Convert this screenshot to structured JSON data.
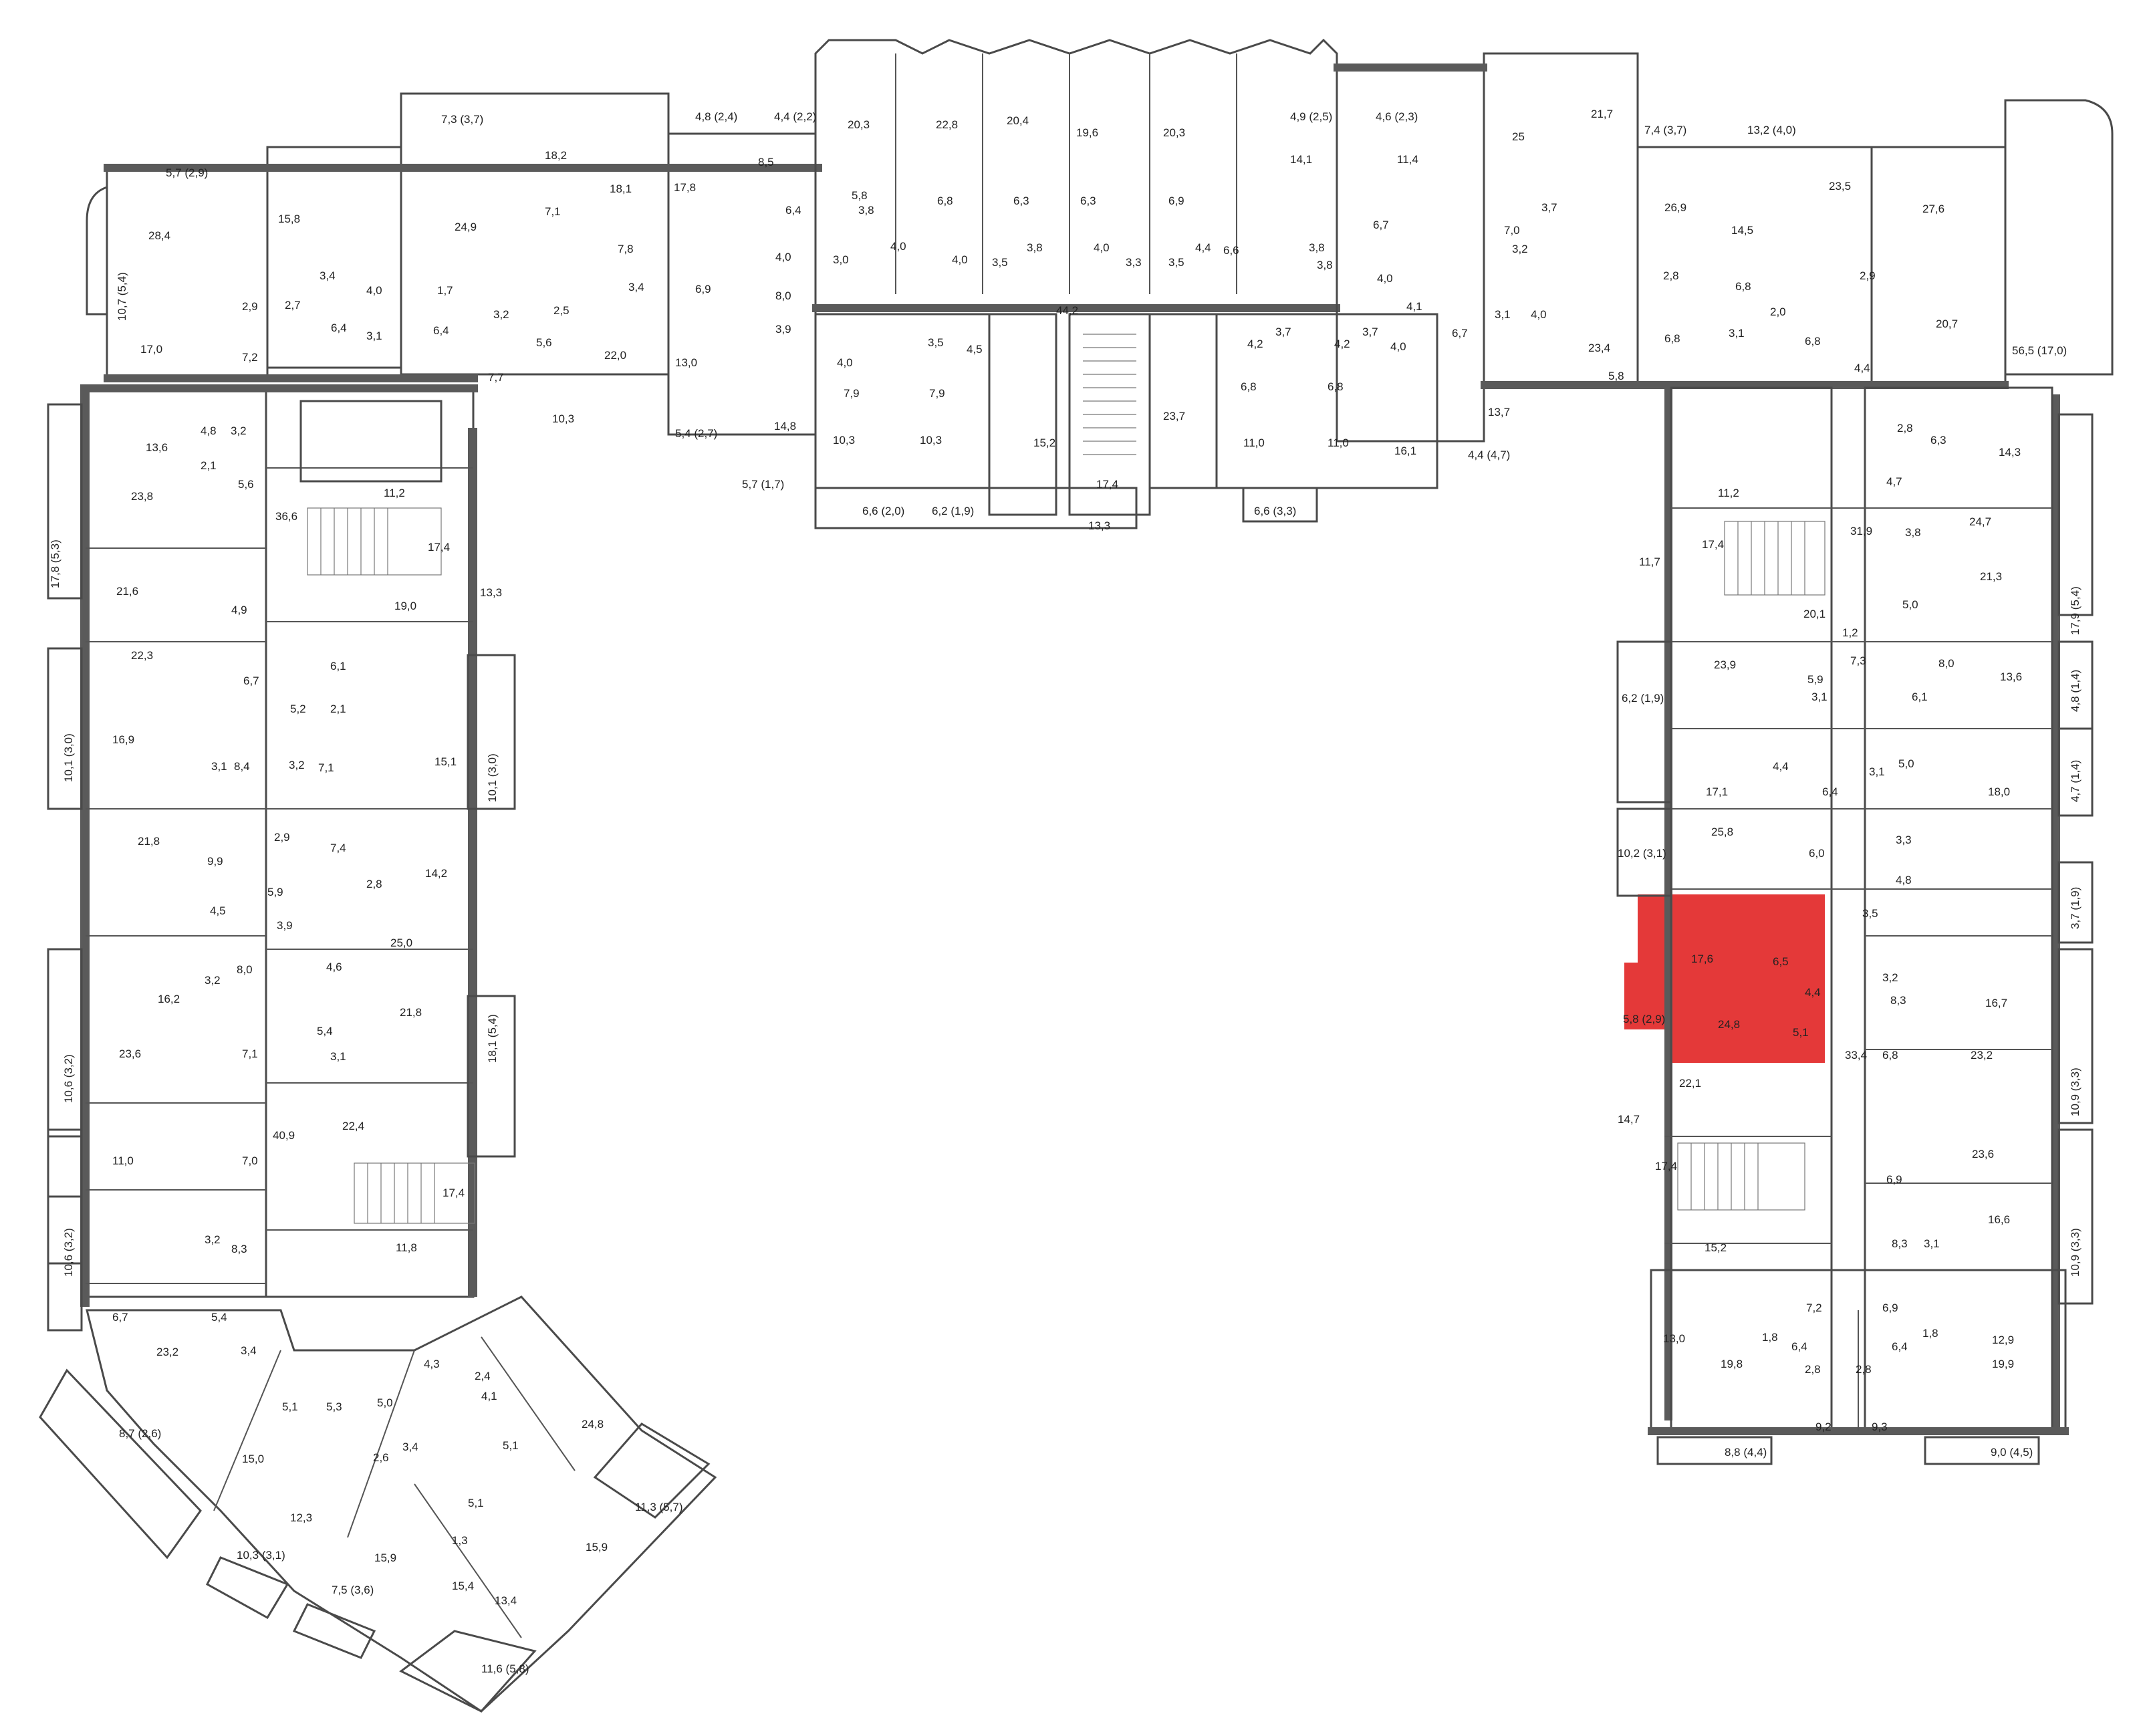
{
  "plan": {
    "highlight_color": "#e01e1e",
    "wall_color": "#5a5a5a",
    "highlighted_unit": {
      "rooms": [
        "17,6",
        "6,5",
        "4,4",
        "24,8",
        "5,1",
        "5,8 (2,9)"
      ]
    },
    "labels": {
      "l_5_7_2_9": "5,7 (2,9)",
      "l_28_4": "28,4",
      "l_15_8": "15,8",
      "l_10_7_5_4": "10,7 (5,4)",
      "l_2_9_a": "2,9",
      "l_2_7_a": "2,7",
      "l_6_4_a": "6,4",
      "l_4_0_a": "4,0",
      "l_3_1_a": "3,1",
      "l_3_4_a": "3,4",
      "l_7_3_3_7": "7,3 (3,7)",
      "l_18_2": "18,2",
      "l_18_1": "18,1",
      "l_7_1_a": "7,1",
      "l_7_8": "7,8",
      "l_24_9": "24,9",
      "l_1_7": "1,7",
      "l_6_4_b": "6,4",
      "l_3_2_a": "3,2",
      "l_2_5": "2,5",
      "l_5_6_a": "5,6",
      "l_7_7": "7,7",
      "l_10_3_a": "10,3",
      "l_22_0": "22,0",
      "l_4_8_2_4": "4,8 (2,4)",
      "l_17_8": "17,8",
      "l_3_4_b": "3,4",
      "l_6_9_a": "6,9",
      "l_13_0_a": "13,0",
      "l_5_4_2_7": "5,4 (2,7)",
      "l_4_4_2_2": "4,4 (2,2)",
      "l_8_5": "8,5",
      "l_6_4_c": "6,4",
      "l_4_0_b": "4,0",
      "l_8_0_a": "8,0",
      "l_3_9_a": "3,9",
      "l_14_8": "14,8",
      "l_5_7_1_7": "5,7 (1,7)",
      "l_17_0_a": "17,0",
      "l_7_2_a": "7,2",
      "l_13_6": "13,6",
      "l_4_8_a": "4,8",
      "l_3_2_b": "3,2",
      "l_2_1_a": "2,1",
      "l_5_6_b": "5,6",
      "l_23_8": "23,8",
      "l_36_6": "36,6",
      "l_17_8_5_3": "17,8 (5,3)",
      "l_21_6": "21,6",
      "l_4_9": "4,9",
      "l_22_3": "22,3",
      "l_6_7_a": "6,7",
      "l_16_9": "16,9",
      "l_8_4": "8,4",
      "l_3_1_b": "3,1",
      "l_10_1_3_0_a": "10,1 (3,0)",
      "l_11_2_a": "11,2",
      "l_17_4_a": "17,4",
      "l_19_0": "19,0",
      "l_13_3": "13,3",
      "l_6_1_a": "6,1",
      "l_5_2": "5,2",
      "l_2_1_b": "2,1",
      "l_3_2_c": "3,2",
      "l_7_1_b": "7,1",
      "l_15_1": "15,1",
      "l_10_1_3_0_b": "10,1 (3,0)",
      "l_21_8_a": "21,8",
      "l_9_9": "9,9",
      "l_2_9_b": "2,9",
      "l_4_5_a": "4,5",
      "l_5_9_a": "5,9",
      "l_7_4": "7,4",
      "l_2_8_a": "2,8",
      "l_14_2": "14,2",
      "l_3_9_b": "3,9",
      "l_25_0": "25,0",
      "l_16_2": "16,2",
      "l_3_2_d": "3,2",
      "l_8_0_b": "8,0",
      "l_4_6": "4,6",
      "l_21_8_b": "21,8",
      "l_23_6_a": "23,6",
      "l_7_1_c": "7,1",
      "l_5_4_a": "5,4",
      "l_3_1_c": "3,1",
      "l_18_1_5_4": "18,1 (5,4)",
      "l_10_6_3_2_a": "10,6 (3,2)",
      "l_11_0": "11,0",
      "l_7_0": "7,0",
      "l_40_9": "40,9",
      "l_22_4": "22,4",
      "l_17_4_b": "17,4",
      "l_10_6_3_2_b": "10,6 (3,2)",
      "l_3_2_e": "3,2",
      "l_8_3_a": "8,3",
      "l_11_8": "11,8",
      "l_6_7_b": "6,7",
      "l_5_4_b": "5,4",
      "l_23_2_a": "23,2",
      "l_3_4_c": "3,4",
      "l_8_7_2_6": "8,7 (2,6)",
      "l_5_1_a": "5,1",
      "l_5_3": "5,3",
      "l_5_0_a": "5,0",
      "l_15_0": "15,0",
      "l_2_6": "2,6",
      "l_3_4_d": "3,4",
      "l_12_3": "12,3",
      "l_10_3_3_1": "10,3 (3,1)",
      "l_7_5_3_6": "7,5 (3,6)",
      "l_15_9_a": "15,9",
      "l_1_3": "1,3",
      "l_5_1_b": "5,1",
      "l_15_4": "15,4",
      "l_13_4": "13,4",
      "l_11_6_5_8": "11,6 (5,8)",
      "l_4_3": "4,3",
      "l_2_4": "2,4",
      "l_4_1_a": "4,1",
      "l_5_1_c": "5,1",
      "l_24_8_a": "24,8",
      "l_15_9_b": "15,9",
      "l_11_3_5_7": "11,3 (5,7)",
      "l_20_3_a": "20,3",
      "l_22_8": "22,8",
      "l_20_4": "20,4",
      "l_19_6": "19,6",
      "l_20_3_b": "20,3",
      "l_5_8_a": "5,8",
      "l_6_8_a": "6,8",
      "l_6_3_a": "6,3",
      "l_6_3_b": "6,3",
      "l_6_9_b": "6,9",
      "l_6_6": "6,6",
      "l_3_8_a": "3,8",
      "l_4_0_c": "4,0",
      "l_3_0": "3,0",
      "l_4_0_d": "4,0",
      "l_3_5_a": "3,5",
      "l_3_8_b": "3,8",
      "l_4_0_e": "4,0",
      "l_3_3": "3,3",
      "l_3_5_b": "3,5",
      "l_4_4_a": "4,4",
      "l_3_8_c": "3,8",
      "l_44_2": "44,2",
      "l_4_0_f": "4,0",
      "l_7_9_a": "7,9",
      "l_10_3_b": "10,3",
      "l_3_5_c": "3,5",
      "l_7_9_b": "7,9",
      "l_10_3_c": "10,3",
      "l_4_5_b": "4,5",
      "l_15_2_a": "15,2",
      "l_17_4_c": "17,4",
      "l_13_3_b": "13,3",
      "l_23_7": "23,7",
      "l_6_6_2_0": "6,6 (2,0)",
      "l_6_2_1_9": "6,2 (1,9)",
      "l_6_6_3_3": "6,6 (3,3)",
      "l_4_2_a": "4,2",
      "l_3_7_a": "3,7",
      "l_6_8_b": "6,8",
      "l_11_0_b": "11,0",
      "l_4_2_b": "4,2",
      "l_3_7_b": "3,7",
      "l_6_8_c": "6,8",
      "l_11_0_c": "11,0",
      "l_4_9_2_5": "4,9 (2,5)",
      "l_14_1": "14,1",
      "l_3_8_d": "3,8",
      "l_4_6_2_3": "4,6 (2,3)",
      "l_11_4": "11,4",
      "l_6_7_c": "6,7",
      "l_4_0_g": "4,0",
      "l_4_1_b": "4,1",
      "l_6_7_d": "6,7",
      "l_4_0_h": "4,0",
      "l_16_1": "16,1",
      "l_4_4_7": "4,4 (4,7)",
      "l_25": "25",
      "l_21_7": "21,7",
      "l_3_7_c": "3,7",
      "l_7_0_b": "7,0",
      "l_3_2_f": "3,2",
      "l_3_1_d": "3,1",
      "l_4_0_i": "4,0",
      "l_23_4": "23,4",
      "l_13_7": "13,7",
      "l_5_8_b": "5,8",
      "l_7_4_3_7": "7,4 (3,7)",
      "l_13_2_4_0": "13,2 (4,0)",
      "l_26_9": "26,9",
      "l_2_8_b": "2,8",
      "l_6_8_d": "6,8",
      "l_14_5": "14,5",
      "l_6_8_e": "6,8",
      "l_2_0": "2,0",
      "l_3_1_e": "3,1",
      "l_6_8_f": "6,8",
      "l_23_5": "23,5",
      "l_27_6": "27,6",
      "l_2_9_c": "2,9",
      "l_20_7": "20,7",
      "l_4_4_b": "4,4",
      "l_56_5_17_0": "56,5 (17,0)",
      "l_11_2_b": "11,2",
      "l_17_4_d": "17,4",
      "l_11_7": "11,7",
      "l_20_1": "20,1",
      "l_1_2": "1,2",
      "l_31_9": "31,9",
      "l_2_8_c": "2,8",
      "l_6_3_c": "6,3",
      "l_14_3": "14,3",
      "l_4_7": "4,7",
      "l_3_8_e": "3,8",
      "l_24_7": "24,7",
      "l_21_3": "21,3",
      "l_5_0_b": "5,0",
      "l_17_9_5_4": "17,9 (5,4)",
      "l_7_3": "7,3",
      "l_8_0_c": "8,0",
      "l_13_6_b": "13,6",
      "l_23_9": "23,9",
      "l_5_9_b": "5,9",
      "l_3_1_f": "3,1",
      "l_6_1_b": "6,1",
      "l_4_8_1_4": "4,8 (1,4)",
      "l_6_2_1_9_b": "6,2 (1,9)",
      "l_17_1": "17,1",
      "l_4_4_c": "4,4",
      "l_6_4_d": "6,4",
      "l_3_1_g": "3,1",
      "l_5_0_c": "5,0",
      "l_18_0": "18,0",
      "l_4_7_1_4": "4,7 (1,4)",
      "l_25_8": "25,8",
      "l_10_2_3_1": "10,2 (3,1)",
      "l_6_0": "6,0",
      "l_3_3_b": "3,3",
      "l_4_8_b": "4,8",
      "l_3_5_d": "3,5",
      "l_3_7_1_9": "3,7 (1,9)",
      "l_17_6": "17,6",
      "l_6_5": "6,5",
      "l_4_4_d": "4,4",
      "l_24_8_b": "24,8",
      "l_5_1_d": "5,1",
      "l_5_8_2_9": "5,8 (2,9)",
      "l_3_2_g": "3,2",
      "l_8_3_b": "8,3",
      "l_16_7": "16,7",
      "l_33_4": "33,4",
      "l_6_8_g": "6,8",
      "l_23_2_b": "23,2",
      "l_10_9_3_3_a": "10,9 (3,3)",
      "l_22_1": "22,1",
      "l_14_7": "14,7",
      "l_17_4_e": "17,4",
      "l_23_6_b": "23,6",
      "l_6_9_c": "6,9",
      "l_16_6": "16,6",
      "l_8_3_c": "8,3",
      "l_3_1_h": "3,1",
      "l_10_9_3_3_b": "10,9 (3,3)",
      "l_15_2_b": "15,2",
      "l_13_0_b": "13,0",
      "l_1_8_a": "1,8",
      "l_7_2_b": "7,2",
      "l_6_9_d": "6,9",
      "l_1_8_b": "1,8",
      "l_12_9": "12,9",
      "l_6_4_e": "6,4",
      "l_2_8_d": "2,8",
      "l_2_8_e": "2,8",
      "l_6_4_f": "6,4",
      "l_19_8": "19,8",
      "l_19_9": "19,9",
      "l_9_2": "9,2",
      "l_9_3": "9,3",
      "l_8_8_4_4": "8,8 (4,4)",
      "l_9_0_4_5": "9,0 (4,5)"
    }
  }
}
